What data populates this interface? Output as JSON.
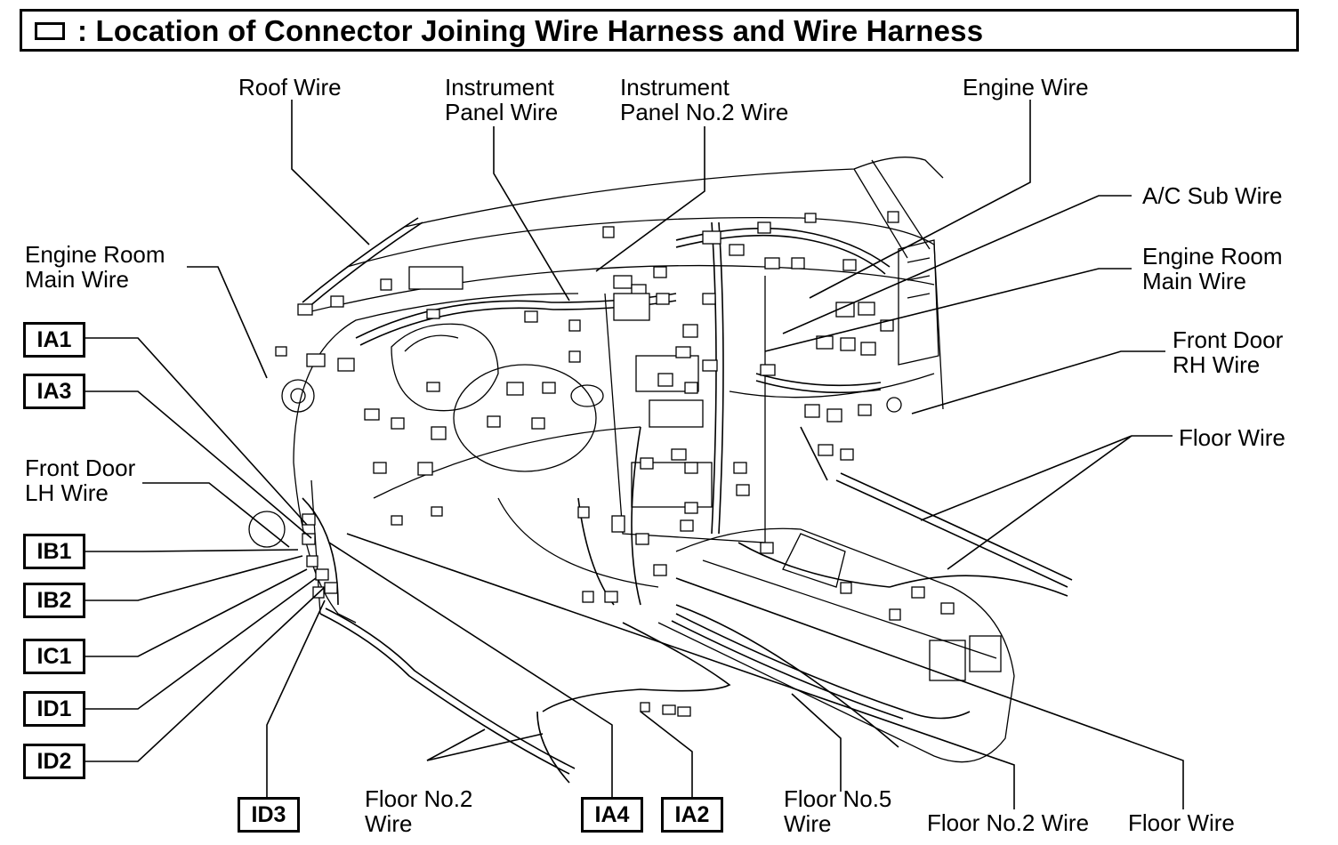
{
  "title": ": Location of Connector Joining Wire Harness and Wire Harness",
  "labels": {
    "roof_wire": "Roof Wire",
    "ip_wire_1": "Instrument",
    "ip_wire_2": "Panel Wire",
    "ip2_wire_1": "Instrument",
    "ip2_wire_2": "Panel No.2 Wire",
    "engine_wire": "Engine Wire",
    "ac_sub_wire": "A/C Sub Wire",
    "erm_left_1": "Engine Room",
    "erm_left_2": "Main Wire",
    "erm_right_1": "Engine Room",
    "erm_right_2": "Main Wire",
    "fd_rh_1": "Front Door",
    "fd_rh_2": "RH Wire",
    "floor_wire_right": "Floor Wire",
    "fd_lh_1": "Front Door",
    "fd_lh_2": "LH Wire",
    "floor2_left_1": "Floor No.2",
    "floor2_left_2": "Wire",
    "floor5_1": "Floor No.5",
    "floor5_2": "Wire",
    "floor2_bottom": "Floor No.2 Wire",
    "floor_wire_bottom": "Floor Wire"
  },
  "codes": {
    "ia1": "IA1",
    "ia3": "IA3",
    "ib1": "IB1",
    "ib2": "IB2",
    "ic1": "IC1",
    "id1": "ID1",
    "id2": "ID2",
    "id3": "ID3",
    "ia4": "IA4",
    "ia2": "IA2"
  }
}
